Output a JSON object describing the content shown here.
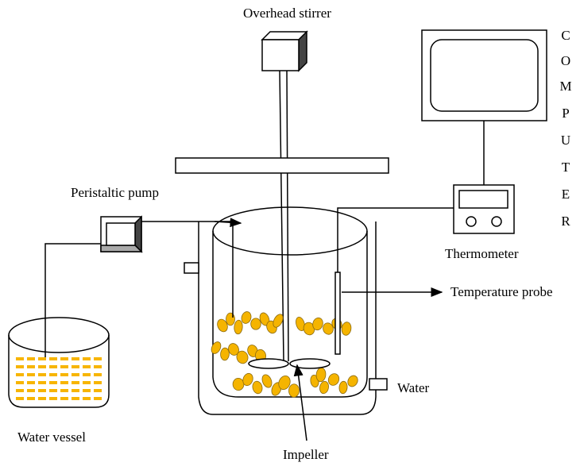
{
  "labels": {
    "overhead_stirrer": "Overhead stirrer",
    "peristaltic_pump": "Peristaltic pump",
    "thermometer": "Thermometer",
    "temperature_probe": "Temperature probe",
    "water": "Water",
    "water_vessel": "Water vessel",
    "impeller": "Impeller",
    "computer_letters": [
      "C",
      "O",
      "M",
      "P",
      "U",
      "T",
      "E",
      "R"
    ]
  },
  "colors": {
    "line": "#000000",
    "particle": "#f5b400",
    "particle_dark": "#8a6a10",
    "water_dash": "#f7b500"
  }
}
